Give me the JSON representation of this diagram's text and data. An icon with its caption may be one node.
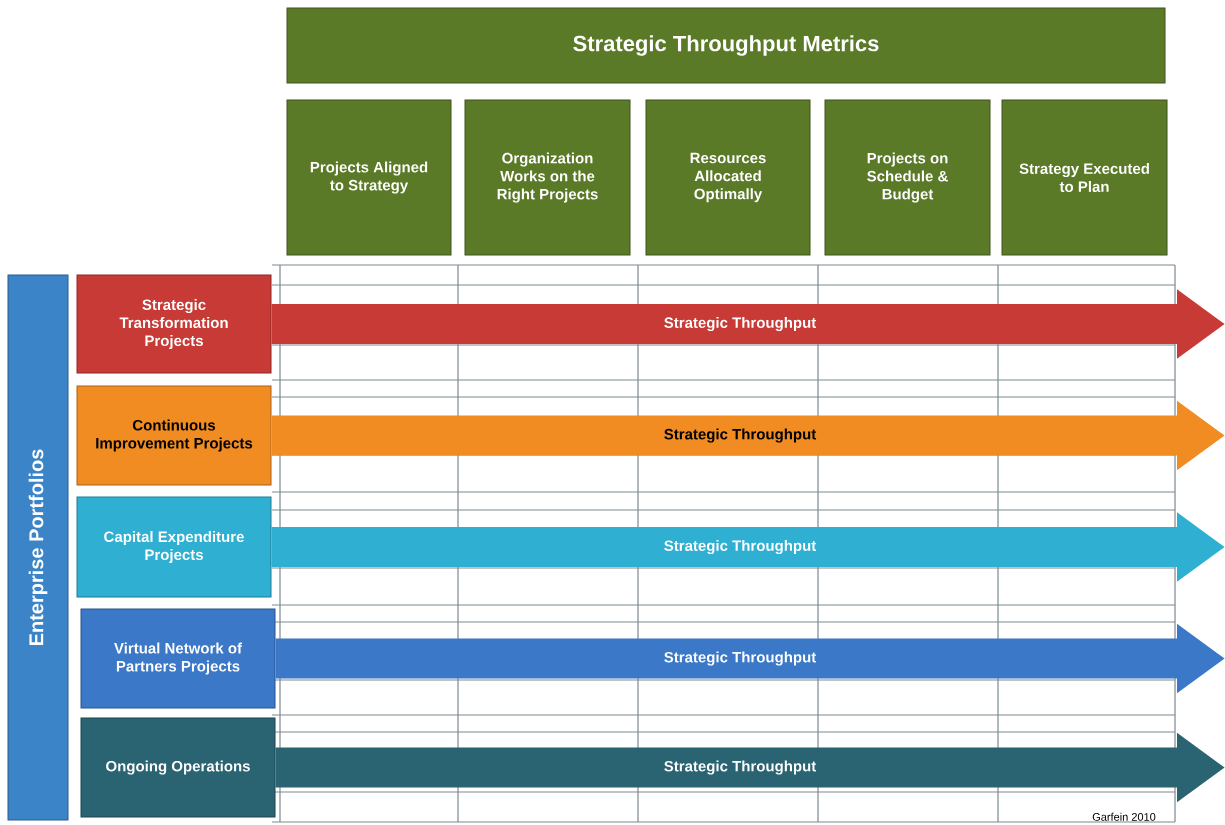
{
  "diagram": {
    "nodes": [
      {
        "text": [
          "Strategic Throughput Metrics"
        ]
      },
      {
        "text": [
          "Projects Aligned to Strategy"
        ]
      },
      {
        "text": [
          "Organization Works on the Right Projects"
        ]
      },
      {
        "text": [
          "Resources Allocated Optimally"
        ]
      },
      {
        "text": [
          "Projects on Schedule & Budget"
        ]
      },
      {
        "text": [
          "Strategy Executed to Plan"
        ]
      },
      {
        "text": [
          "Enterprise Portfolios"
        ]
      },
      {
        "text": [
          "Strategic Transformation Projects"
        ]
      },
      {
        "text": [
          "Continuous Improvement Projects"
        ]
      },
      {
        "text": [
          "Capital Expenditure Projects"
        ]
      },
      {
        "text": [
          "Virtual Network of Partners Projects"
        ]
      },
      {
        "text": [
          "Ongoing Operations"
        ]
      }
    ],
    "edges": [
      {
        "from": 7,
        "to": null,
        "arrow": "to",
        "label": "Strategic Throughput",
        "color": "#c83a35"
      },
      {
        "from": 8,
        "to": null,
        "arrow": "to",
        "label": "Strategic Throughput",
        "color": "#f08c22"
      },
      {
        "from": 9,
        "to": null,
        "arrow": "to",
        "label": "Strategic Throughput",
        "color": "#2fb0d2"
      },
      {
        "from": 10,
        "to": null,
        "arrow": "to",
        "label": "Strategic Throughput",
        "color": "#3b78c8"
      },
      {
        "from": 11,
        "to": null,
        "arrow": "to",
        "label": "Strategic Throughput",
        "color": "#2a6472"
      }
    ],
    "labels": [
      "Garfein 2010"
    ]
  }
}
